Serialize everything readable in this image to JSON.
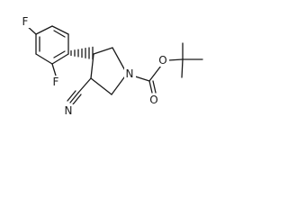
{
  "structure": {
    "atoms": {
      "fluorine_top": "F",
      "fluorine_bottom": "F",
      "nitrogen_nitrile": "N",
      "nitrogen_ring": "N",
      "oxygen_ester": "O",
      "oxygen_carbonyl": "O"
    }
  }
}
